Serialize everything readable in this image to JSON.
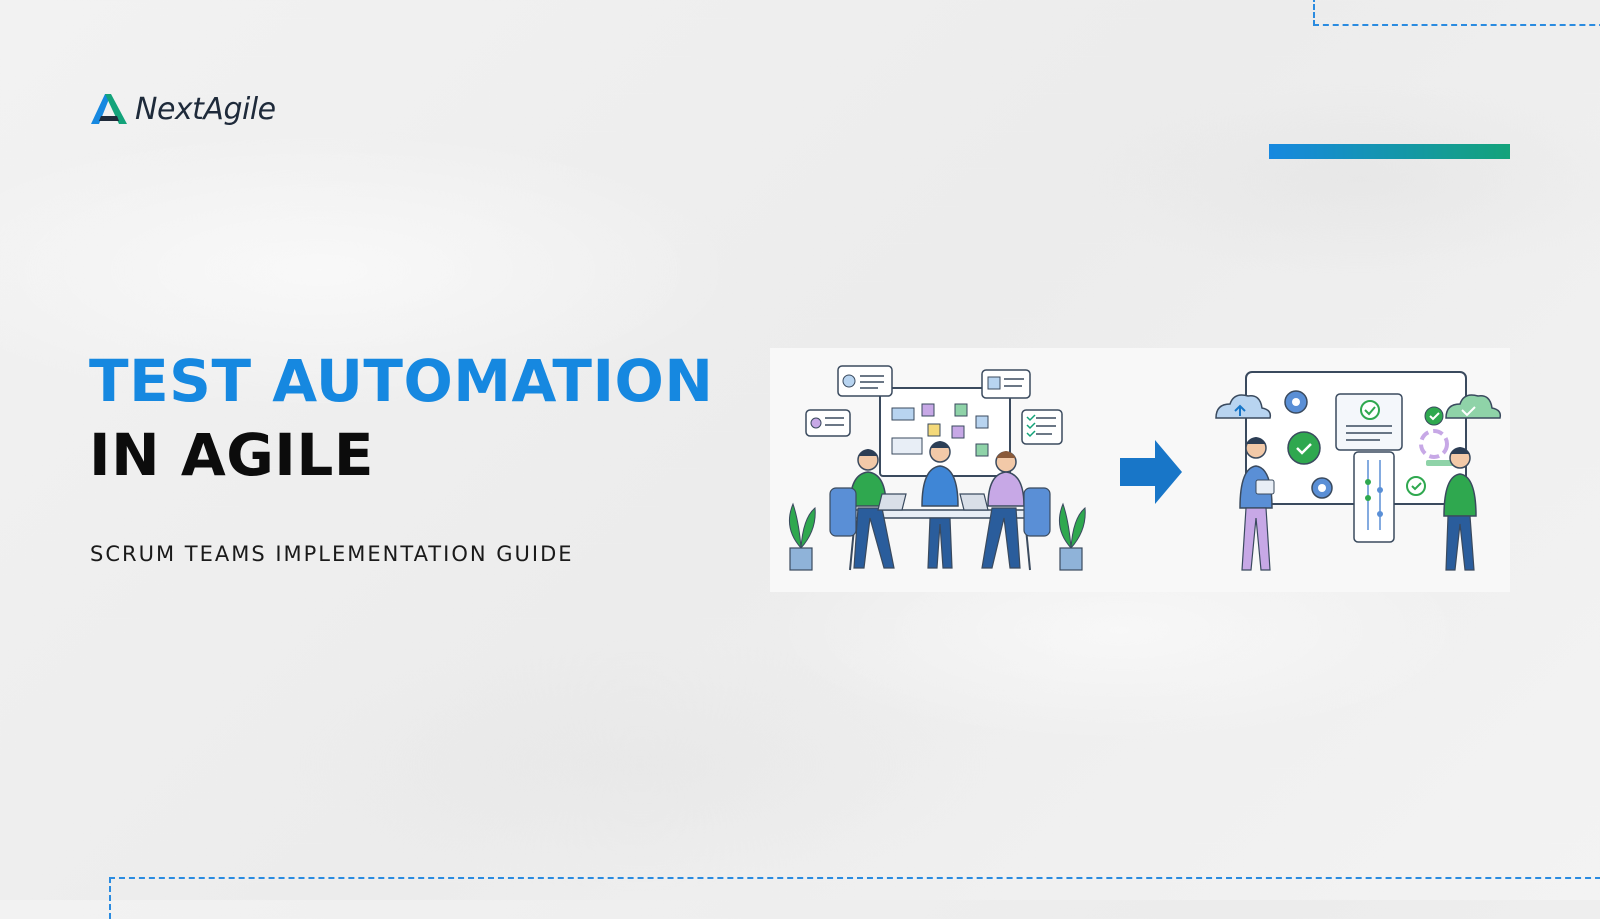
{
  "brand": {
    "name": "NextAgile",
    "logo_icon": "nextagile-logo-icon",
    "primary_color": "#1688e0",
    "accent_gradient": [
      "#1688e0",
      "#13a37a"
    ]
  },
  "hero": {
    "title_line1": "TEST AUTOMATION",
    "title_line2": "IN AGILE",
    "subtitle": "SCRUM TEAMS IMPLEMENTATION GUIDE"
  },
  "illustration": {
    "left_scene": "team-meeting-illustration",
    "arrow": "right-arrow-icon",
    "right_scene": "automation-dashboard-illustration"
  }
}
